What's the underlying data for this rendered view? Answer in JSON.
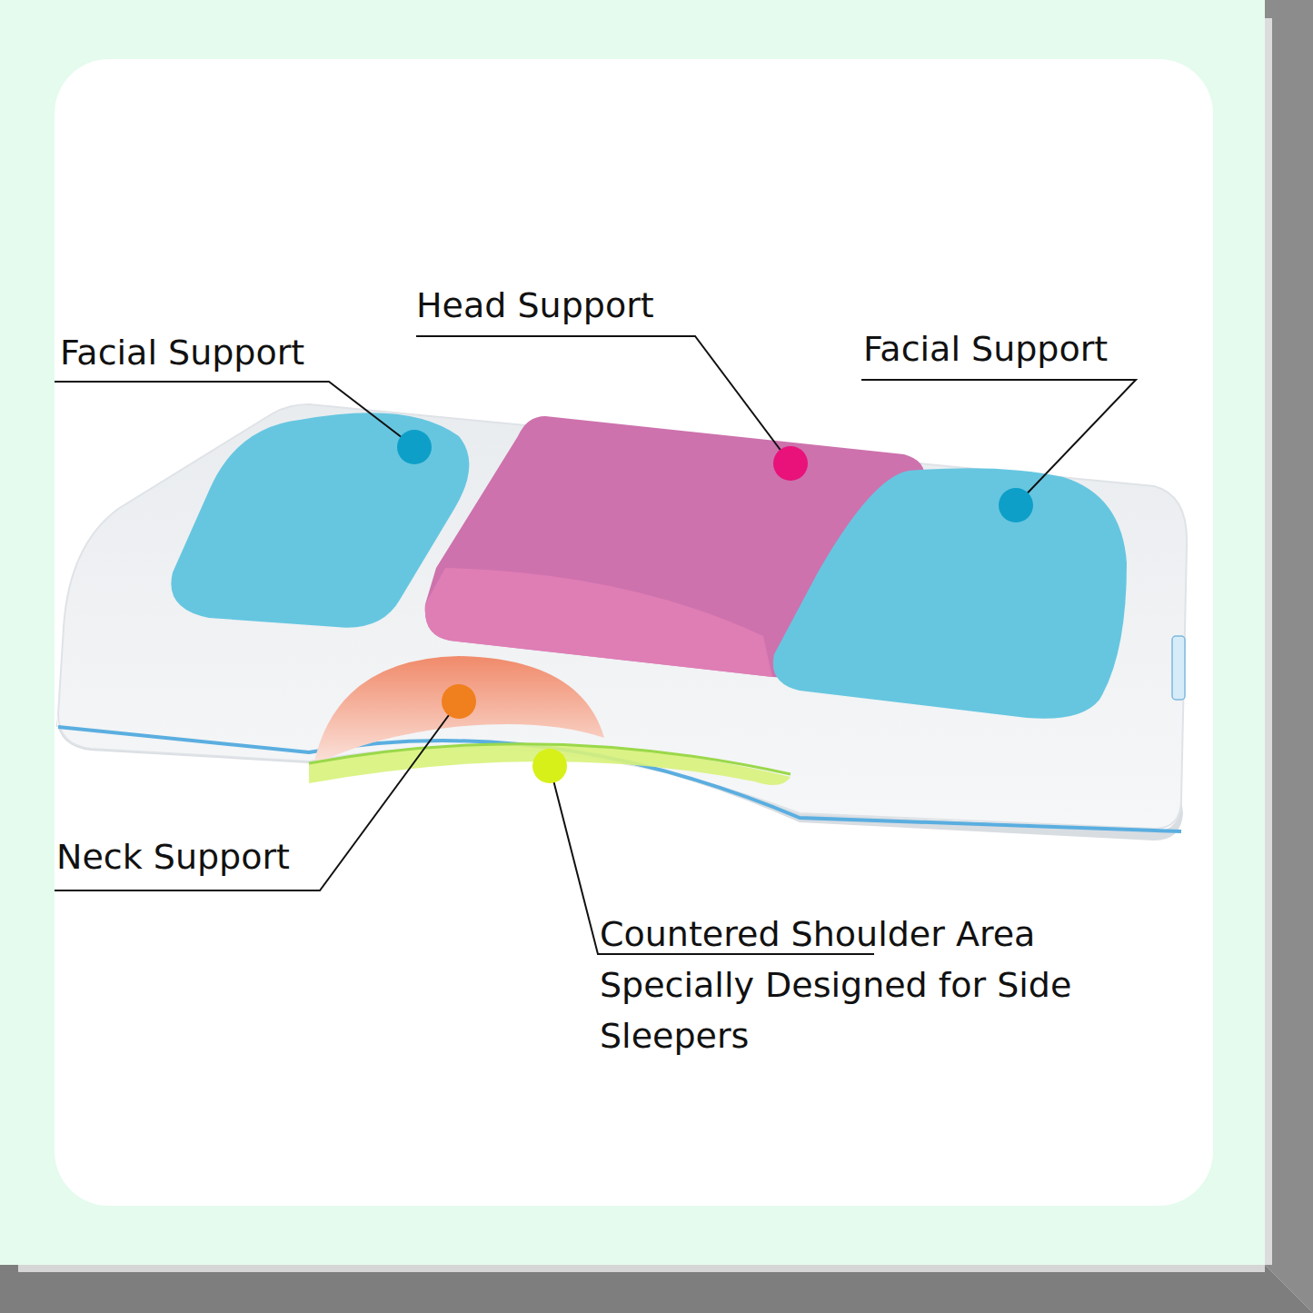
{
  "diagram": {
    "labels": [
      "Head Support",
      "Facial Support",
      "Facial Support",
      "Neck Support",
      "Countered Shoulder Area Specially Designed for Side Sleepers"
    ]
  }
}
